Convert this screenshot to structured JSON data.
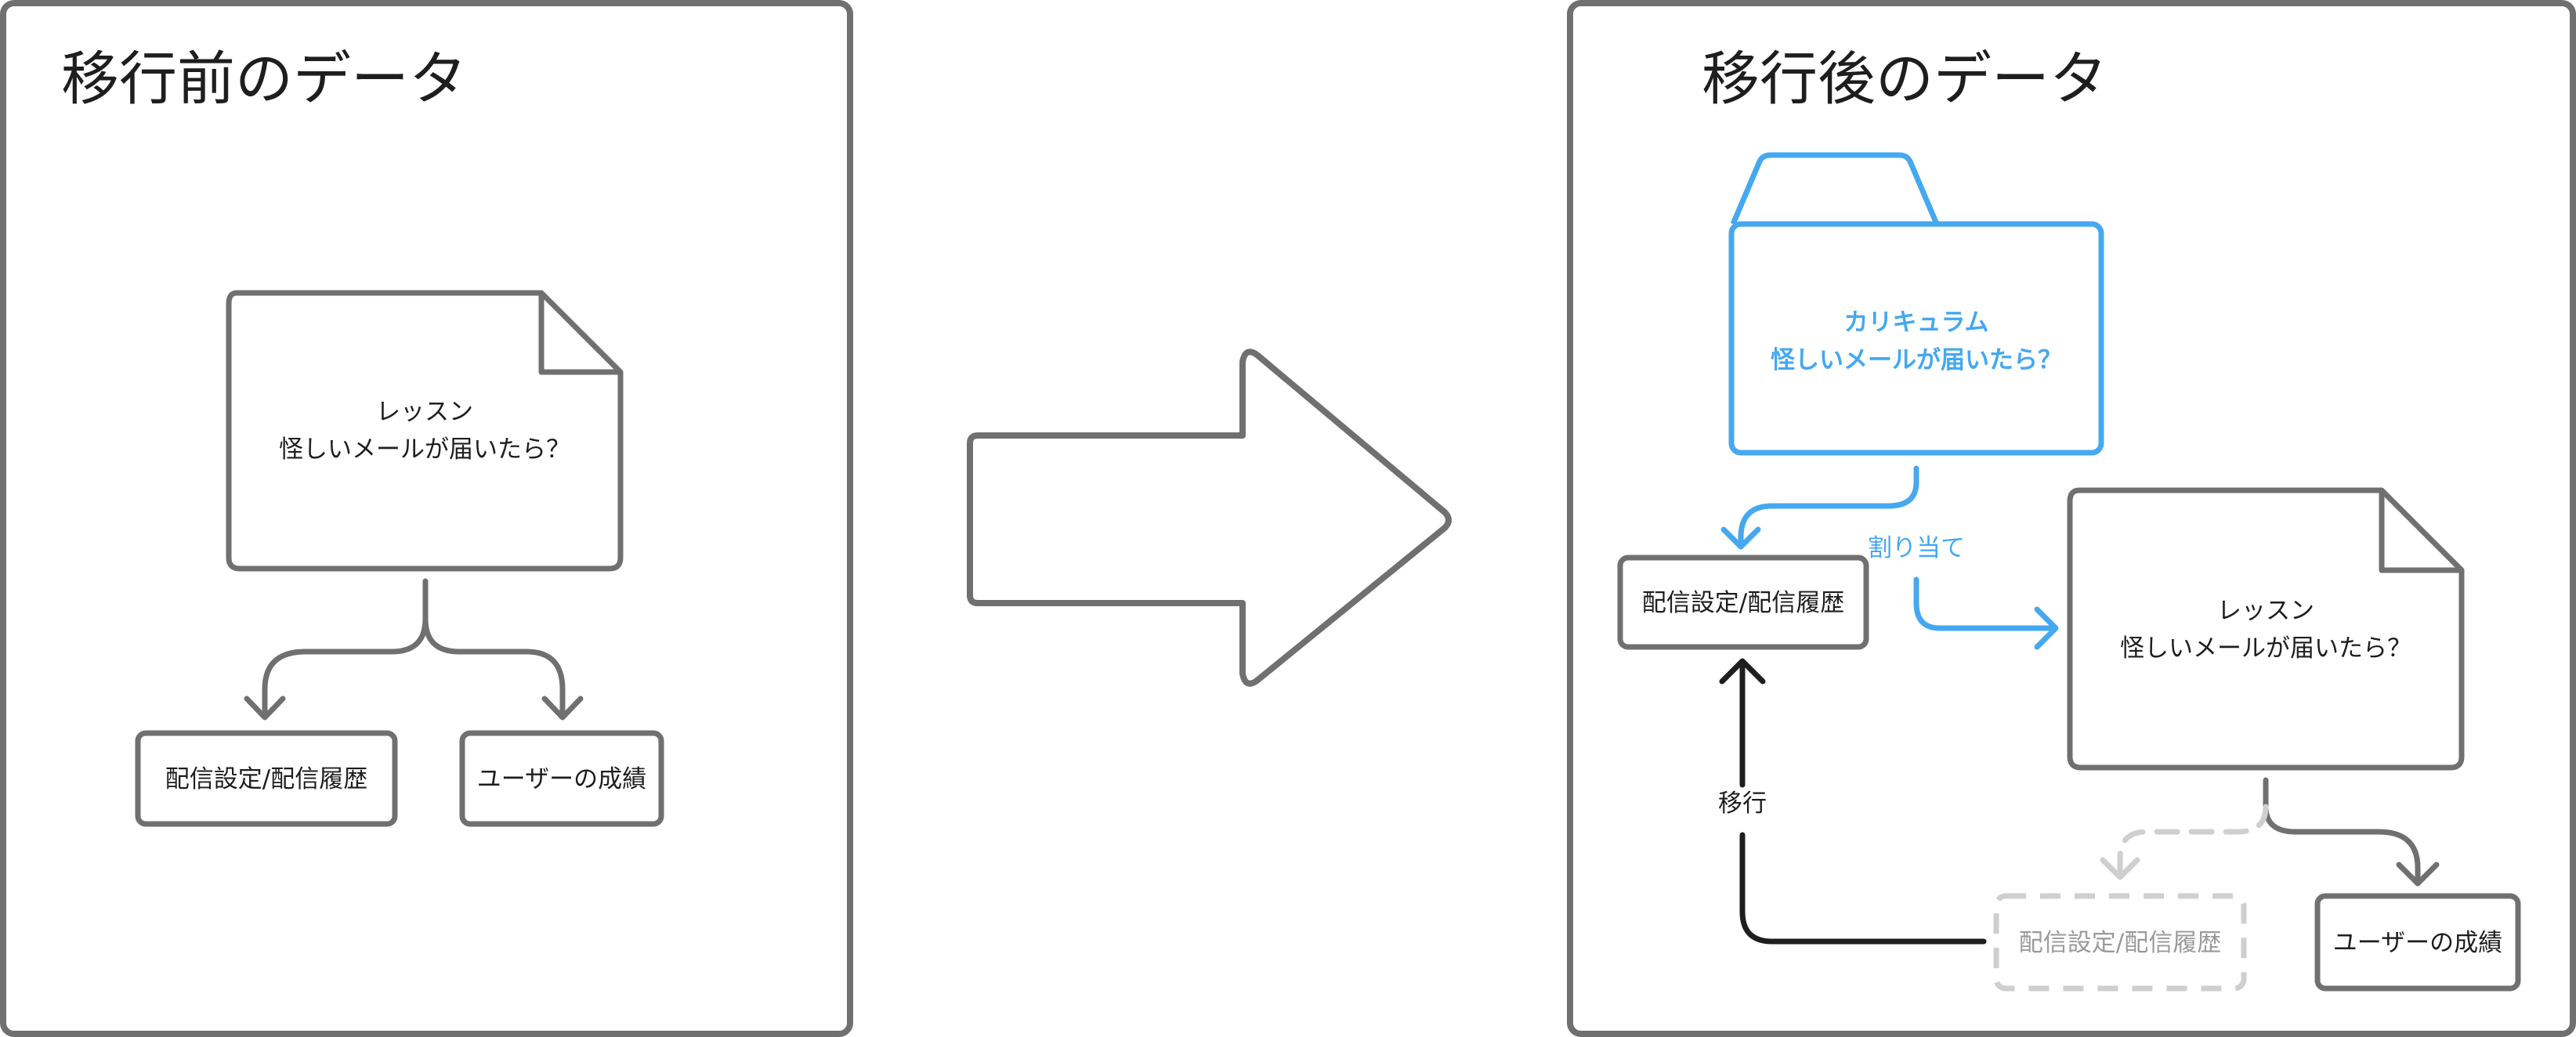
{
  "before_panel": {
    "title": "移行前のデータ",
    "lesson_doc": {
      "line1": "レッスン",
      "line2": "怪しいメールが届いたら？"
    },
    "delivery_box": "配信設定/配信履歴",
    "grades_box": "ユーザーの成績"
  },
  "after_panel": {
    "title": "移行後のデータ",
    "curriculum_folder": {
      "line1": "カリキュラム",
      "line2": "怪しいメールが届いたら？"
    },
    "assign_label": "割り当て",
    "delivery_box": "配信設定/配信履歴",
    "lesson_doc": {
      "line1": "レッスン",
      "line2": "怪しいメールが届いたら？"
    },
    "migrate_label": "移行",
    "old_delivery_box": "配信設定/配信履歴",
    "grades_box": "ユーザーの成績"
  },
  "colors": {
    "stroke_gray": "#707070",
    "accent_blue": "#45a8f0",
    "dark": "#1e1e1e",
    "faded_gray": "#cfcfcf"
  }
}
